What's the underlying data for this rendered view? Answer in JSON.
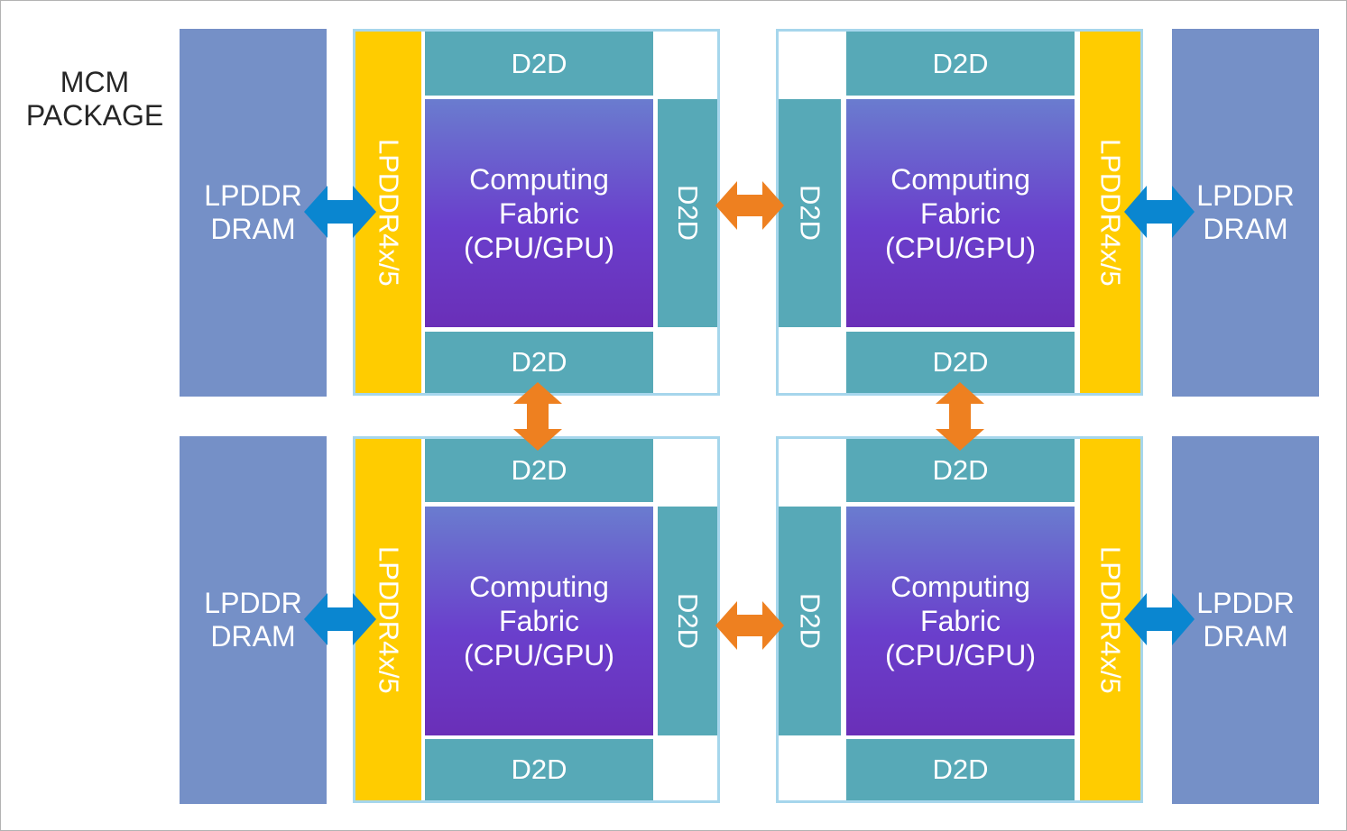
{
  "package_label_line1": "MCM",
  "package_label_line2": "PACKAGE",
  "dram": {
    "line1": "LPDDR",
    "line2": "DRAM"
  },
  "lpddr_label": "LPDDR4x/5",
  "d2d_label": "D2D",
  "fabric": {
    "line1": "Computing",
    "line2": "Fabric",
    "line3": "(CPU/GPU)"
  },
  "colors": {
    "dram": "#7590c7",
    "lpddr_phy": "#ffcc00",
    "d2d": "#57a9b7",
    "fabric_top": "#6a7ccf",
    "fabric_bottom": "#6a2fb8",
    "chip_outline": "#a6d6ec",
    "memory_link_arrow": "#0a86d0",
    "d2d_link_arrow": "#ee8020"
  }
}
